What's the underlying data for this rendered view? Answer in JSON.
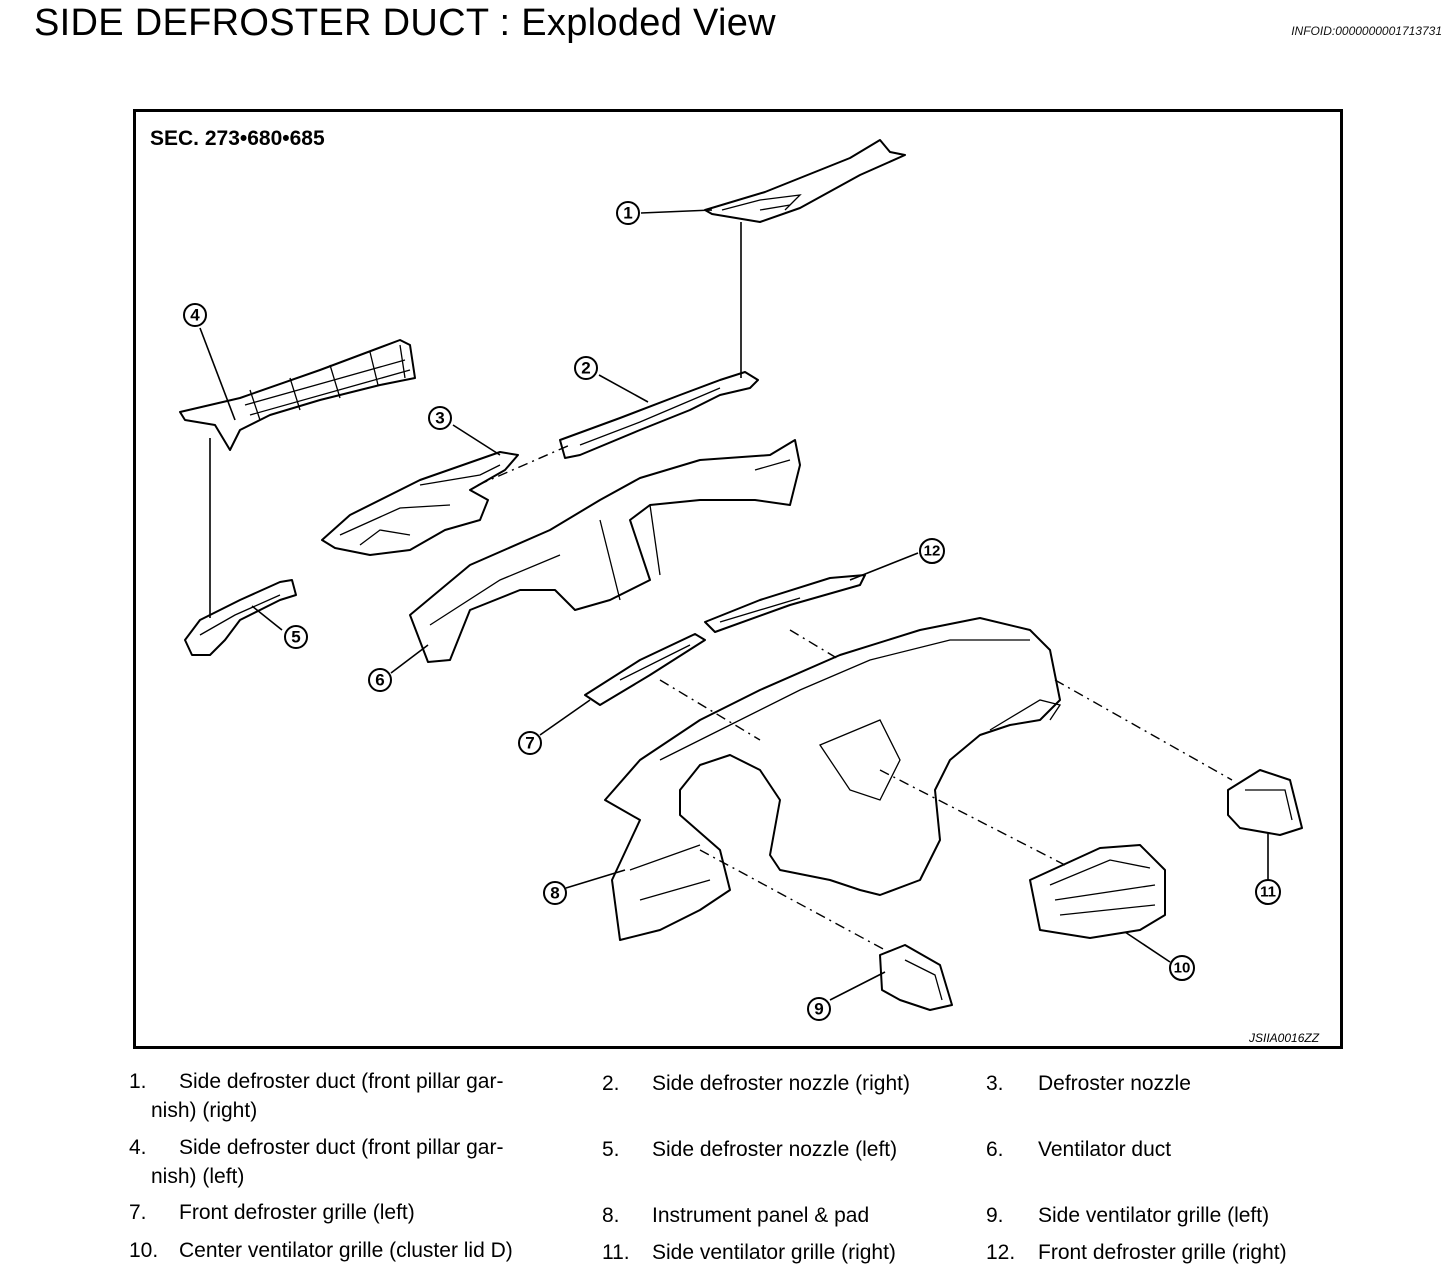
{
  "header": {
    "title": "SIDE DEFROSTER DUCT : Exploded View",
    "info_id": "INFOID:0000000001713731"
  },
  "diagram": {
    "section_code": "SEC. 273•680•685",
    "figure_code": "JSIIA0016ZZ",
    "callouts": [
      "1",
      "2",
      "3",
      "4",
      "5",
      "6",
      "7",
      "8",
      "9",
      "10",
      "11",
      "12"
    ]
  },
  "legend": [
    {
      "num": "1.",
      "line1": "Side defroster duct (front pillar gar-",
      "line2": "nish) (right)"
    },
    {
      "num": "2.",
      "line1": "Side defroster nozzle (right)"
    },
    {
      "num": "3.",
      "line1": "Defroster nozzle"
    },
    {
      "num": "4.",
      "line1": "Side defroster duct (front pillar gar-",
      "line2": "nish) (left)"
    },
    {
      "num": "5.",
      "line1": "Side defroster nozzle (left)"
    },
    {
      "num": "6.",
      "line1": "Ventilator duct"
    },
    {
      "num": "7.",
      "line1": "Front defroster grille (left)"
    },
    {
      "num": "8.",
      "line1": "Instrument panel & pad"
    },
    {
      "num": "9.",
      "line1": "Side ventilator grille (left)"
    },
    {
      "num": "10.",
      "line1": "Center ventilator grille (cluster lid D)"
    },
    {
      "num": "11.",
      "line1": "Side ventilator grille (right)"
    },
    {
      "num": "12.",
      "line1": "Front defroster grille (right)"
    }
  ]
}
